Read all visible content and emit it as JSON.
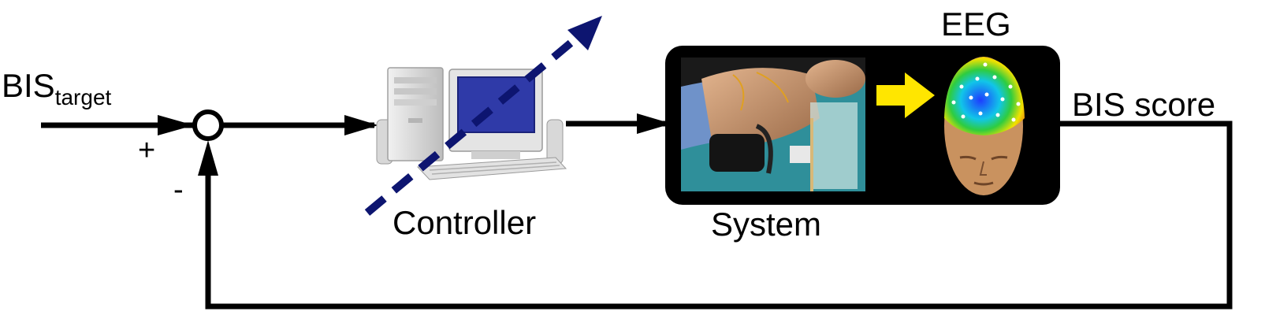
{
  "labels": {
    "input_main": "BIS",
    "input_sub": "target",
    "plus": "+",
    "minus": "-",
    "controller": "Controller",
    "system": "System",
    "eeg": "EEG",
    "output": "BIS score"
  },
  "colors": {
    "line": "#000000",
    "dashed_arrow": "#0d1570",
    "monitor_screen": "#2f3aa8",
    "eeg_arrow": "#ffe600",
    "system_box": "#000000",
    "drape": "#2f8f9a"
  },
  "icons": {
    "controller": "desktop-computer-icon",
    "patient": "patient-mannequin-photo",
    "head": "eeg-head-map-icon"
  }
}
